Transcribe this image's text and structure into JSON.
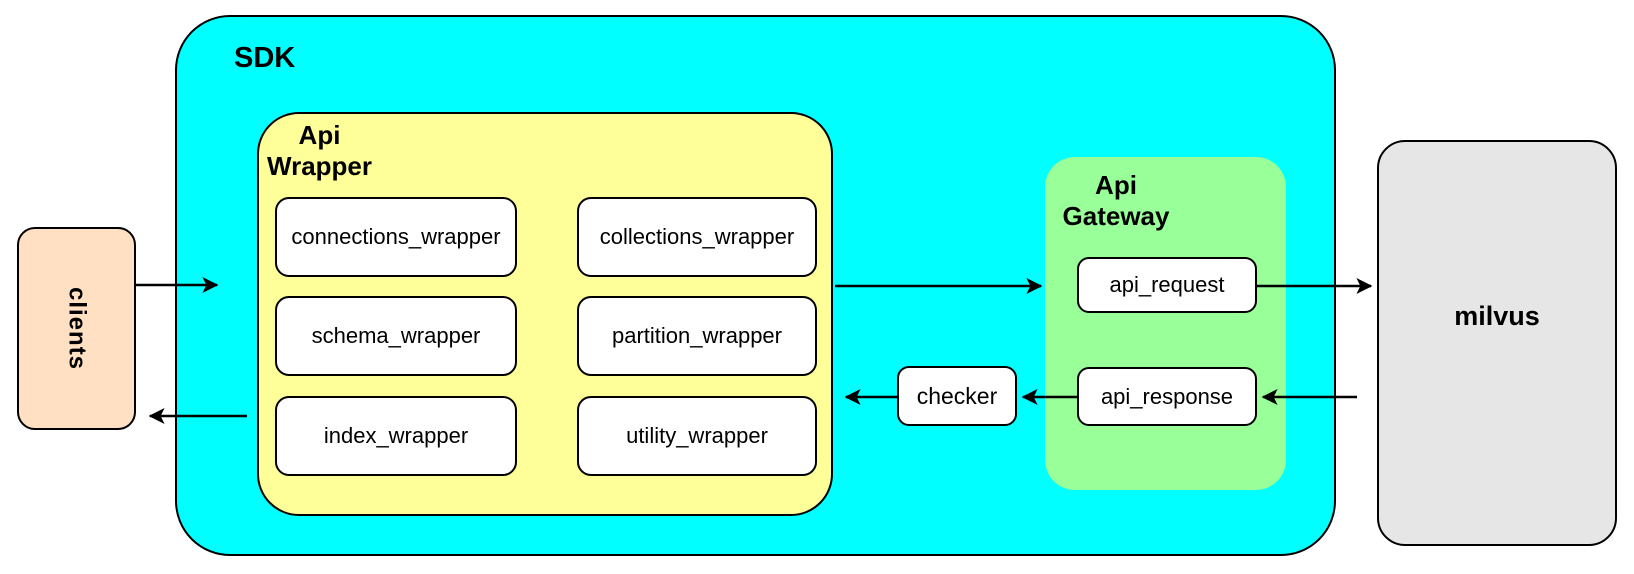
{
  "colors": {
    "sdk_fill": "#00FFFF",
    "api_wrapper_fill": "#FFFF99",
    "api_gateway_fill": "#99FF99",
    "clients_fill": "#FFE0C2",
    "milvus_fill": "#E6E6E6",
    "leaf_fill": "#FFFFFF",
    "border": "#000000",
    "arrow": "#000000"
  },
  "nodes": {
    "clients": {
      "label": "clients"
    },
    "sdk": {
      "label": "SDK"
    },
    "api_wrapper": {
      "title": [
        "Api",
        "Wrapper"
      ],
      "items": [
        {
          "label": "connections_wrapper"
        },
        {
          "label": "collections_wrapper"
        },
        {
          "label": "schema_wrapper"
        },
        {
          "label": "partition_wrapper"
        },
        {
          "label": "index_wrapper"
        },
        {
          "label": "utility_wrapper"
        }
      ]
    },
    "checker": {
      "label": "checker"
    },
    "api_gateway": {
      "title": [
        "Api",
        "Gateway"
      ],
      "items": [
        {
          "label": "api_request"
        },
        {
          "label": "api_response"
        }
      ]
    },
    "milvus": {
      "label": "milvus"
    }
  },
  "edges": [
    {
      "from": "clients",
      "to": "sdk",
      "direction": "right"
    },
    {
      "from": "api_wrapper",
      "to": "api_gateway",
      "direction": "right"
    },
    {
      "from": "api_request",
      "to": "milvus",
      "direction": "right"
    },
    {
      "from": "milvus",
      "to": "api_response",
      "direction": "left"
    },
    {
      "from": "api_response",
      "to": "checker",
      "direction": "left"
    },
    {
      "from": "checker",
      "to": "api_wrapper",
      "direction": "left"
    },
    {
      "from": "api_wrapper",
      "to": "clients",
      "direction": "left"
    }
  ]
}
